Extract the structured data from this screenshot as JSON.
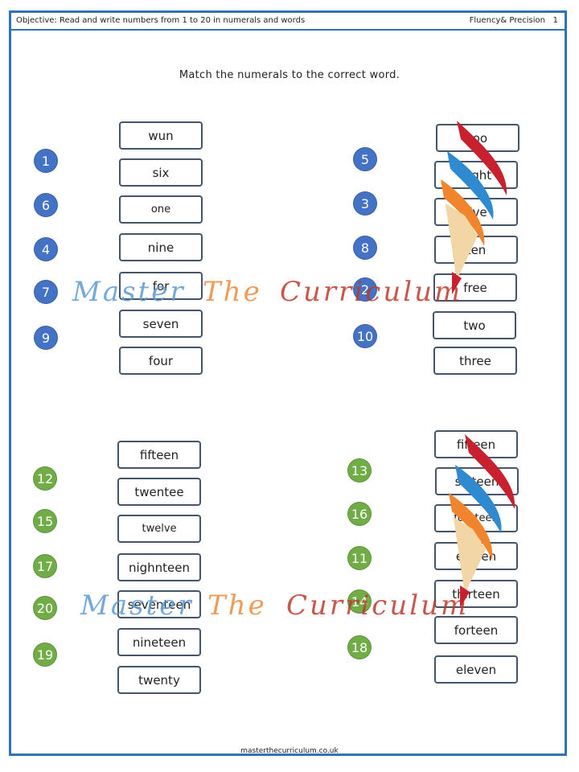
{
  "header": {
    "objective": "Objective: Read and write numbers from 1 to 20 in numerals and words",
    "label": "Fluency& Precision",
    "page": "1"
  },
  "instruction": "Match the numerals to the correct word.",
  "watermark": {
    "w1": "Master",
    "w2": "The",
    "w3": "Curriculum"
  },
  "footer": "masterthecurriculum.co.uk",
  "colors": {
    "border": "#2e74b5",
    "blue_circle": "#4472c4",
    "green_circle": "#70ad47",
    "box_border": "#44546a"
  },
  "section1": {
    "numerals": [
      "1",
      "6",
      "4",
      "7",
      "9"
    ],
    "words": [
      "wun",
      "six",
      "one",
      "nine",
      "for",
      "seven",
      "four"
    ]
  },
  "section2": {
    "numerals": [
      "5",
      "3",
      "8",
      "2",
      "10"
    ],
    "words": [
      "too",
      "eight",
      "five",
      "ten",
      "free",
      "two",
      "three"
    ]
  },
  "section3": {
    "numerals": [
      "12",
      "15",
      "17",
      "20",
      "19"
    ],
    "words": [
      "fifteen",
      "twentee",
      "twelve",
      "nighnteen",
      "seventeen",
      "nineteen",
      "twenty"
    ]
  },
  "section4": {
    "numerals": [
      "13",
      "16",
      "11",
      "14",
      "18"
    ],
    "words": [
      "fifteen",
      "sixteen",
      "fourteen",
      "eleven",
      "thirteen",
      "forteen",
      "eleven"
    ]
  }
}
